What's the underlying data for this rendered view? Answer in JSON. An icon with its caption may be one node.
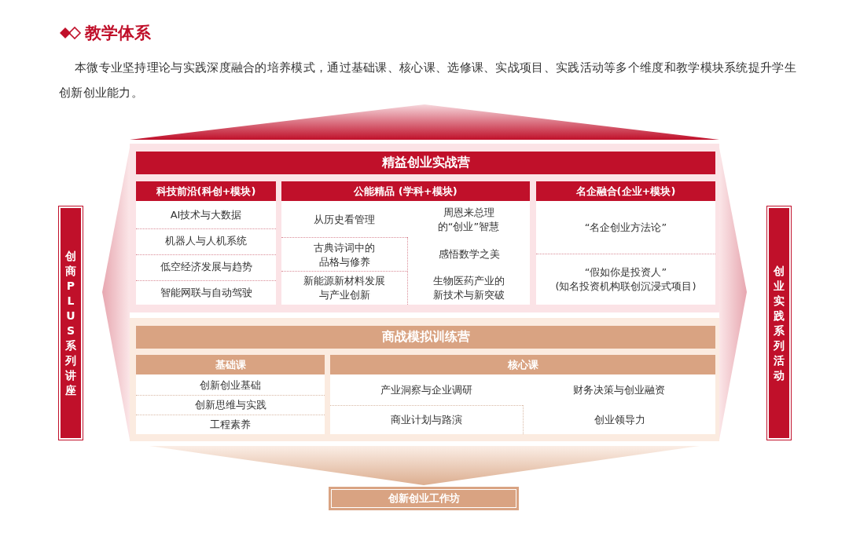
{
  "diagram": {
    "title": "教学体系",
    "nodes": [
      {
        "text": [
          "精益创业实战营"
        ]
      },
      {
        "text": [
          "科技前沿(科创+模块)"
        ],
        "in": 0
      },
      {
        "text": [
          "AI技术与大数据"
        ],
        "in": 1
      },
      {
        "text": [
          "机器人与人机系统"
        ],
        "in": 1
      },
      {
        "text": [
          "低空经济发展与趋势"
        ],
        "in": 1
      },
      {
        "text": [
          "智能网联与自动驾驶"
        ],
        "in": 1
      },
      {
        "text": [
          "公能精品 (学科+模块)"
        ],
        "in": 0
      },
      {
        "text": [
          "从历史看管理"
        ],
        "in": 6
      },
      {
        "text": [
          "周恩来总理的“创业”智慧"
        ],
        "in": 6
      },
      {
        "text": [
          "古典诗词中的品格与修养"
        ],
        "in": 6
      },
      {
        "text": [
          "感悟数学之美"
        ],
        "in": 6
      },
      {
        "text": [
          "新能源新材料发展与产业创新"
        ],
        "in": 6
      },
      {
        "text": [
          "生物医药产业的新技术与新突破"
        ],
        "in": 6
      },
      {
        "text": [
          "名企融合(企业+模块)"
        ],
        "in": 0
      },
      {
        "text": [
          "“名企创业方法论”"
        ],
        "in": 13
      },
      {
        "text": [
          "“假如你是投资人”",
          "(知名投资机构联创沉浸式项目)"
        ],
        "in": 13
      },
      {
        "text": [
          "商战模拟训练营"
        ]
      },
      {
        "text": [
          "基础课"
        ],
        "in": 16
      },
      {
        "text": [
          "创新创业基础"
        ],
        "in": 17
      },
      {
        "text": [
          "创新思维与实践"
        ],
        "in": 17
      },
      {
        "text": [
          "工程素养"
        ],
        "in": 17
      },
      {
        "text": [
          "核心课"
        ],
        "in": 16
      },
      {
        "text": [
          "产业洞察与企业调研"
        ],
        "in": 21
      },
      {
        "text": [
          "财务决策与创业融资"
        ],
        "in": 21
      },
      {
        "text": [
          "商业计划与路演"
        ],
        "in": 21
      },
      {
        "text": [
          "创业领导力"
        ],
        "in": 21
      },
      {
        "text": [
          "创新创业工作坊"
        ]
      },
      {
        "text": [
          "创商PLUS系列讲座"
        ]
      },
      {
        "text": [
          "创业实践系列活动"
        ]
      }
    ],
    "edges": [
      {
        "from": 16,
        "to": 26,
        "arrow": "to"
      }
    ],
    "labels": [
      "本微专业坚持理论与实践深度融合的培养模式，通过基础课、核心课、选修课、实战项目、实践活动等多个维度和教学模块系统提升学生创新创业能力。"
    ]
  }
}
